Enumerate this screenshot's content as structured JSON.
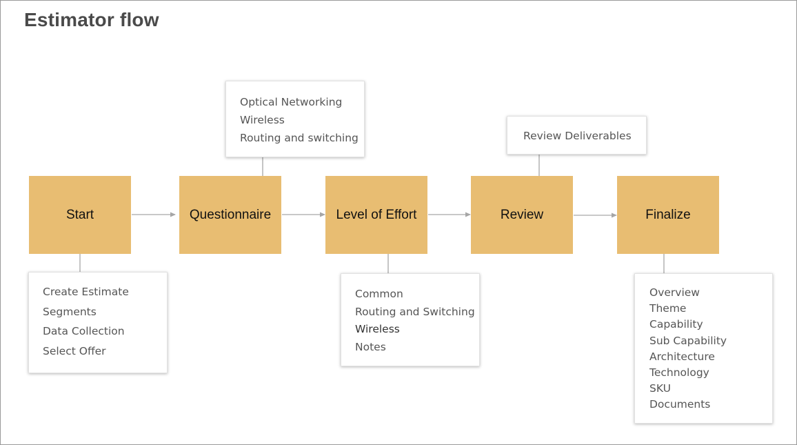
{
  "title": "Estimator flow",
  "stages": [
    {
      "id": "start",
      "label": "Start"
    },
    {
      "id": "questionnaire",
      "label": "Questionnaire"
    },
    {
      "id": "level-of-effort",
      "label": "Level of Effort"
    },
    {
      "id": "review",
      "label": "Review"
    },
    {
      "id": "finalize",
      "label": "Finalize"
    }
  ],
  "notes": {
    "start": [
      "Create Estimate",
      "Segments",
      "Data Collection",
      "Select Offer"
    ],
    "questionnaire": [
      "Optical Networking",
      "Wireless",
      "Routing and switching"
    ],
    "level_of_effort": [
      "Common",
      "Routing and Switching",
      "Wireless",
      "Notes"
    ],
    "review": [
      "Review Deliverables"
    ],
    "finalize": [
      "Overview",
      "Theme",
      "Capability",
      "Sub Capability",
      "Architecture",
      "Technology",
      "SKU",
      "Documents"
    ]
  },
  "colors": {
    "stage_fill": "#e8bd72",
    "connector": "#a6a6a6",
    "title": "#4a4a4a"
  }
}
